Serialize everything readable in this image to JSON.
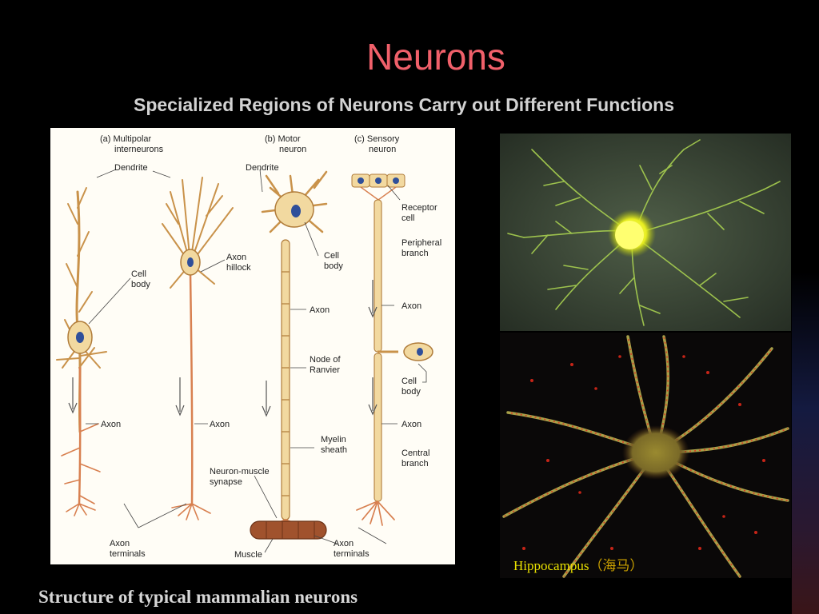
{
  "slide": {
    "title": "Neurons",
    "subtitle": "Specialized Regions of Neurons Carry out Different Functions",
    "caption": "Structure of typical mammalian neurons",
    "photo_label": "Hippocampus",
    "photo_label_suffix": "（海马）"
  },
  "diagram": {
    "panels": {
      "a": [
        "(a) Multipolar",
        "interneurons"
      ],
      "b": [
        "(b) Motor",
        "neuron"
      ],
      "c": [
        "(c) Sensory",
        "neuron"
      ]
    },
    "labels": {
      "dendrite_a": "Dendrite",
      "dendrite_b": "Dendrite",
      "cell_body_a": [
        "Cell",
        "body"
      ],
      "axon_hillock": [
        "Axon",
        "hillock"
      ],
      "cell_body_b": [
        "Cell",
        "body"
      ],
      "receptor_cell": [
        "Receptor",
        "cell"
      ],
      "peripheral_branch": [
        "Peripheral",
        "branch"
      ],
      "axon_b": "Axon",
      "axon_c": "Axon",
      "node_of_ranvier": [
        "Node of",
        "Ranvier"
      ],
      "cell_body_c": [
        "Cell",
        "body"
      ],
      "axon_a1": "Axon",
      "axon_a2": "Axon",
      "axon_c2": "Axon",
      "myelin_sheath": [
        "Myelin",
        "sheath"
      ],
      "central_branch": [
        "Central",
        "branch"
      ],
      "neuron_muscle_synapse": [
        "Neuron-muscle",
        "synapse"
      ],
      "axon_terminals_a": [
        "Axon",
        "terminals"
      ],
      "axon_terminals_c": [
        "Axon",
        "terminals"
      ],
      "muscle": "Muscle"
    }
  },
  "colors": {
    "title": "#f0606a",
    "subtitle": "#d2d2d2",
    "caption": "#d6d6d6",
    "photo_label": "#e8e000",
    "neuron_fill": "#f2d9a0",
    "neuron_stroke": "#b07c3a",
    "axon": "#d88050",
    "nucleus": "#2f4f9a"
  }
}
